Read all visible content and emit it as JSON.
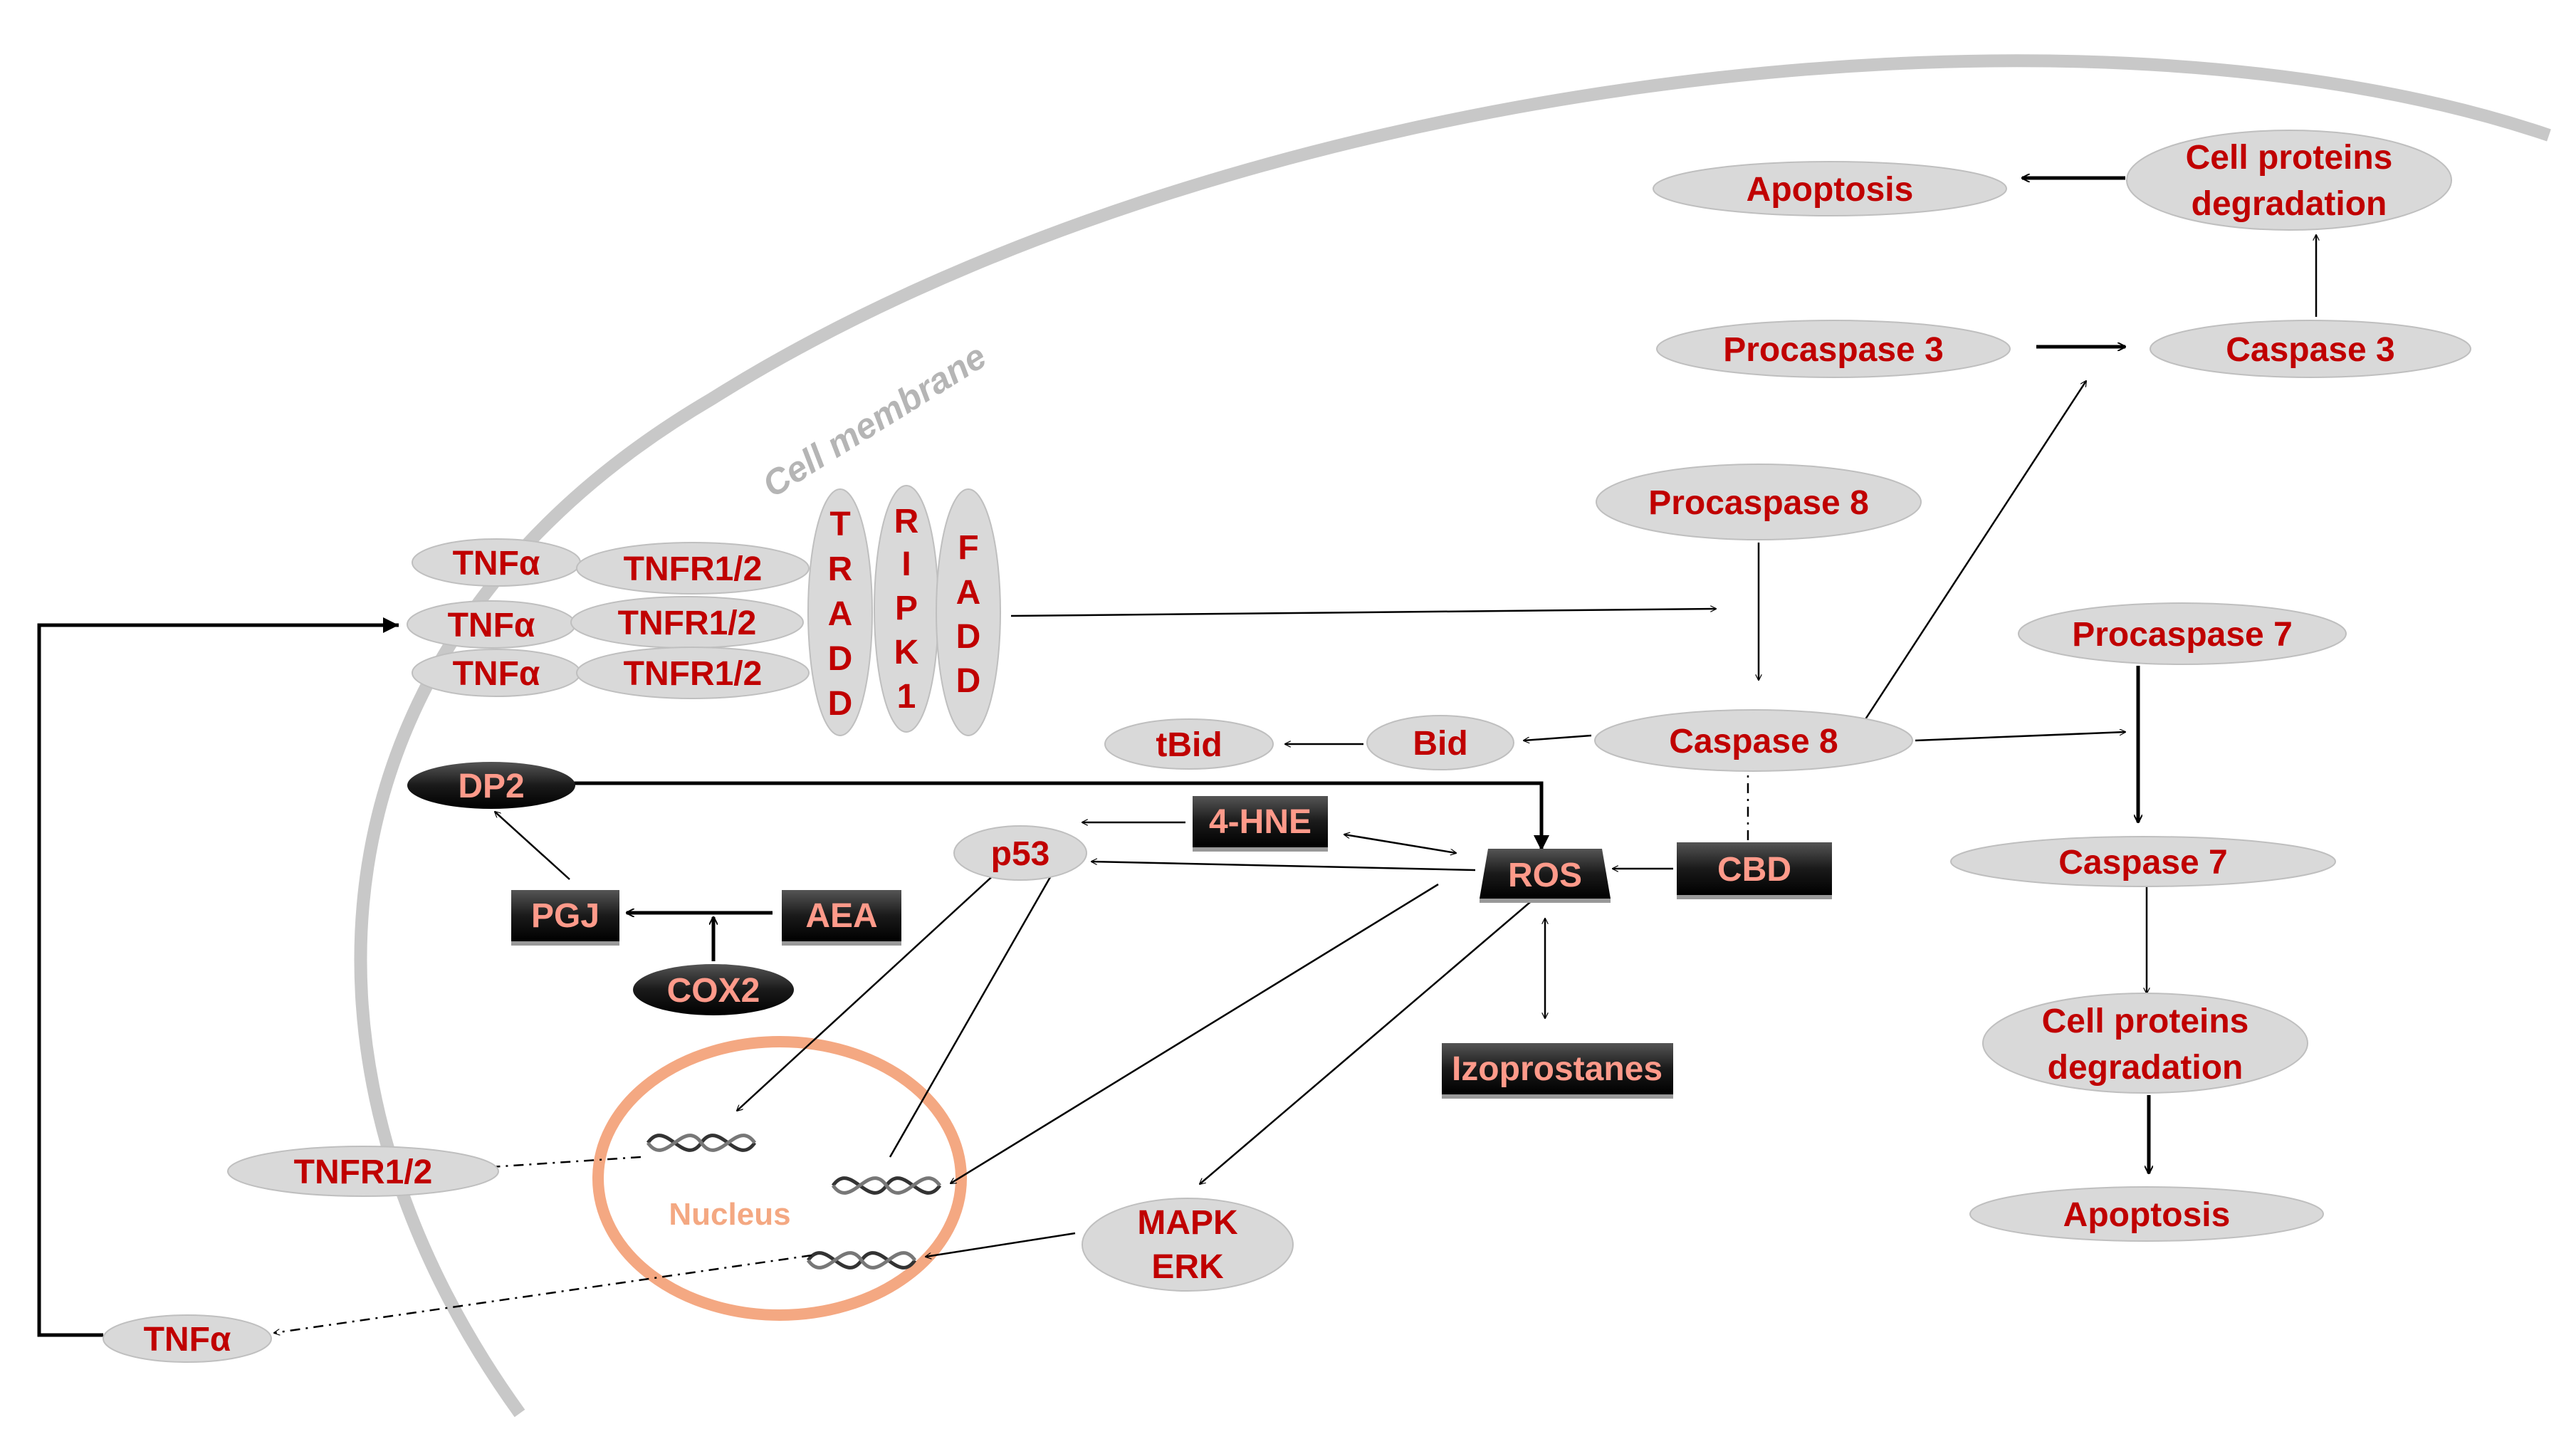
{
  "membrane": {
    "label": "Cell membrane"
  },
  "nucleus": {
    "label": "Nucleus"
  },
  "nodes": {
    "tnfa_1": "TNFα",
    "tnfa_2": "TNFα",
    "tnfa_3": "TNFα",
    "tnfr_1": "TNFR1/2",
    "tnfr_2": "TNFR1/2",
    "tnfr_3": "TNFR1/2",
    "tradd": [
      "T",
      "R",
      "A",
      "D",
      "D"
    ],
    "ripk1": [
      "R",
      "I",
      "P",
      "K",
      "1"
    ],
    "fadd": [
      "F",
      "A",
      "D",
      "D"
    ],
    "dp2": "DP2",
    "pgj": "PGJ",
    "aea": "AEA",
    "cox2": "COX2",
    "p53": "p53",
    "hne": "4-HNE",
    "ros": "ROS",
    "cbd": "CBD",
    "izoprostanes": "Izoprostanes",
    "tnfr_out": "TNFR1/2",
    "tnfa_out": "TNFα",
    "mapk_erk": [
      "MAPK",
      "ERK"
    ],
    "tbid": "tBid",
    "bid": "Bid",
    "caspase8": "Caspase 8",
    "procaspase8": "Procaspase 8",
    "procaspase3": "Procaspase 3",
    "caspase3": "Caspase 3",
    "cell_proteins_top": [
      "Cell proteins",
      "degradation"
    ],
    "apoptosis_top": "Apoptosis",
    "procaspase7": "Procaspase 7",
    "caspase7": "Caspase 7",
    "cell_proteins_bottom": [
      "Cell proteins",
      "degradation"
    ],
    "apoptosis_bottom": "Apoptosis"
  },
  "colors": {
    "label_red": "#c00000",
    "label_pink": "#ff9a8a",
    "node_grey": "#d9d9d9",
    "node_dark": "#262626",
    "membrane": "#c8c8c8",
    "nucleus": "#f4a882"
  }
}
